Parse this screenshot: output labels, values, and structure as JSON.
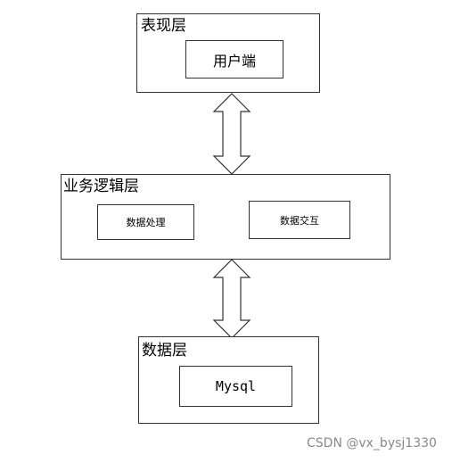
{
  "layers": [
    {
      "title": "表现层",
      "components": [
        "用户端"
      ]
    },
    {
      "title": "业务逻辑层",
      "components": [
        "数据处理",
        "数据交互"
      ]
    },
    {
      "title": "数据层",
      "components": [
        "Mysql"
      ]
    }
  ],
  "watermark": "CSDN @vx_bysj1330",
  "colors": {
    "border": "#333333",
    "arrow_fill": "#ffffff",
    "watermark": "#8a8a8a"
  }
}
